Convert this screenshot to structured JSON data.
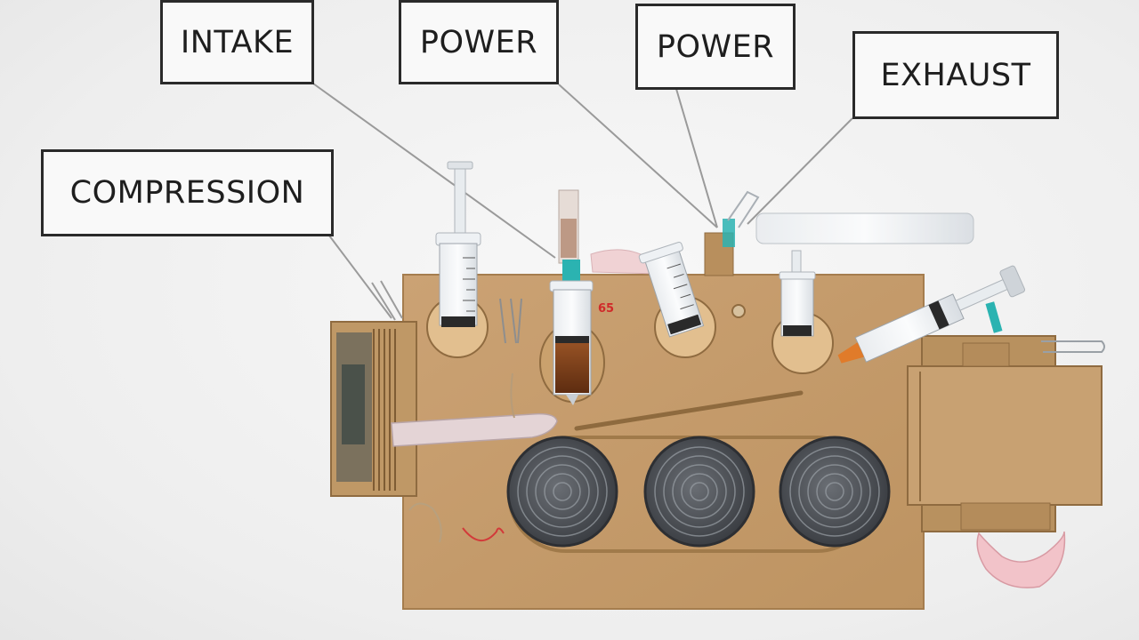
{
  "labels": {
    "intake": "INTAKE",
    "power_1": "POWER",
    "power_2": "POWER",
    "exhaust": "EXHAUST",
    "compression": "COMPRESSION"
  },
  "model": {
    "material": "cardboard",
    "stamp_text": "65",
    "syringe_count": 5,
    "wheel_count": 3
  },
  "colors": {
    "background": "#eeeeee",
    "cardboard": "#c49a66",
    "cardboard_dark": "#a9804f",
    "label_border": "#2a2a2a",
    "wheel": "#4a4d52",
    "oil": "#7a3e1a",
    "teal_tip": "#2bb3b1",
    "stamp_red": "#d02a2a"
  }
}
